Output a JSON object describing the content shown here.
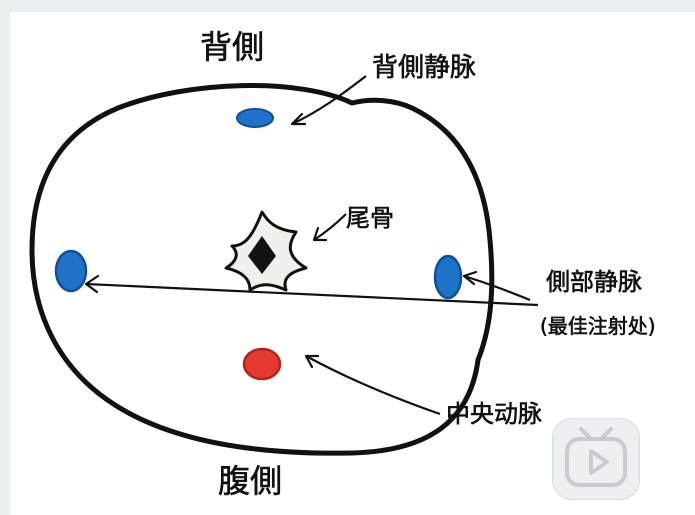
{
  "labels": {
    "dorsal_side": "背側",
    "dorsal_vein": "背側静脉",
    "tail_bone": "尾骨",
    "lateral_vein": "側部静脉",
    "best_injection_site": "(最佳注射处)",
    "central_artery": "中央动脉",
    "ventral_side": "腹側"
  },
  "colors": {
    "outline": "#111111",
    "vein_fill": "#1e73c8",
    "vein_ring": "#0f4f96",
    "artery_fill": "#e53a2e",
    "artery_ring": "#b3231b",
    "bone_fill": "#f2f0ec",
    "background": "#e9eef1"
  },
  "watermark": {
    "icon": "bilibili-play-icon"
  }
}
